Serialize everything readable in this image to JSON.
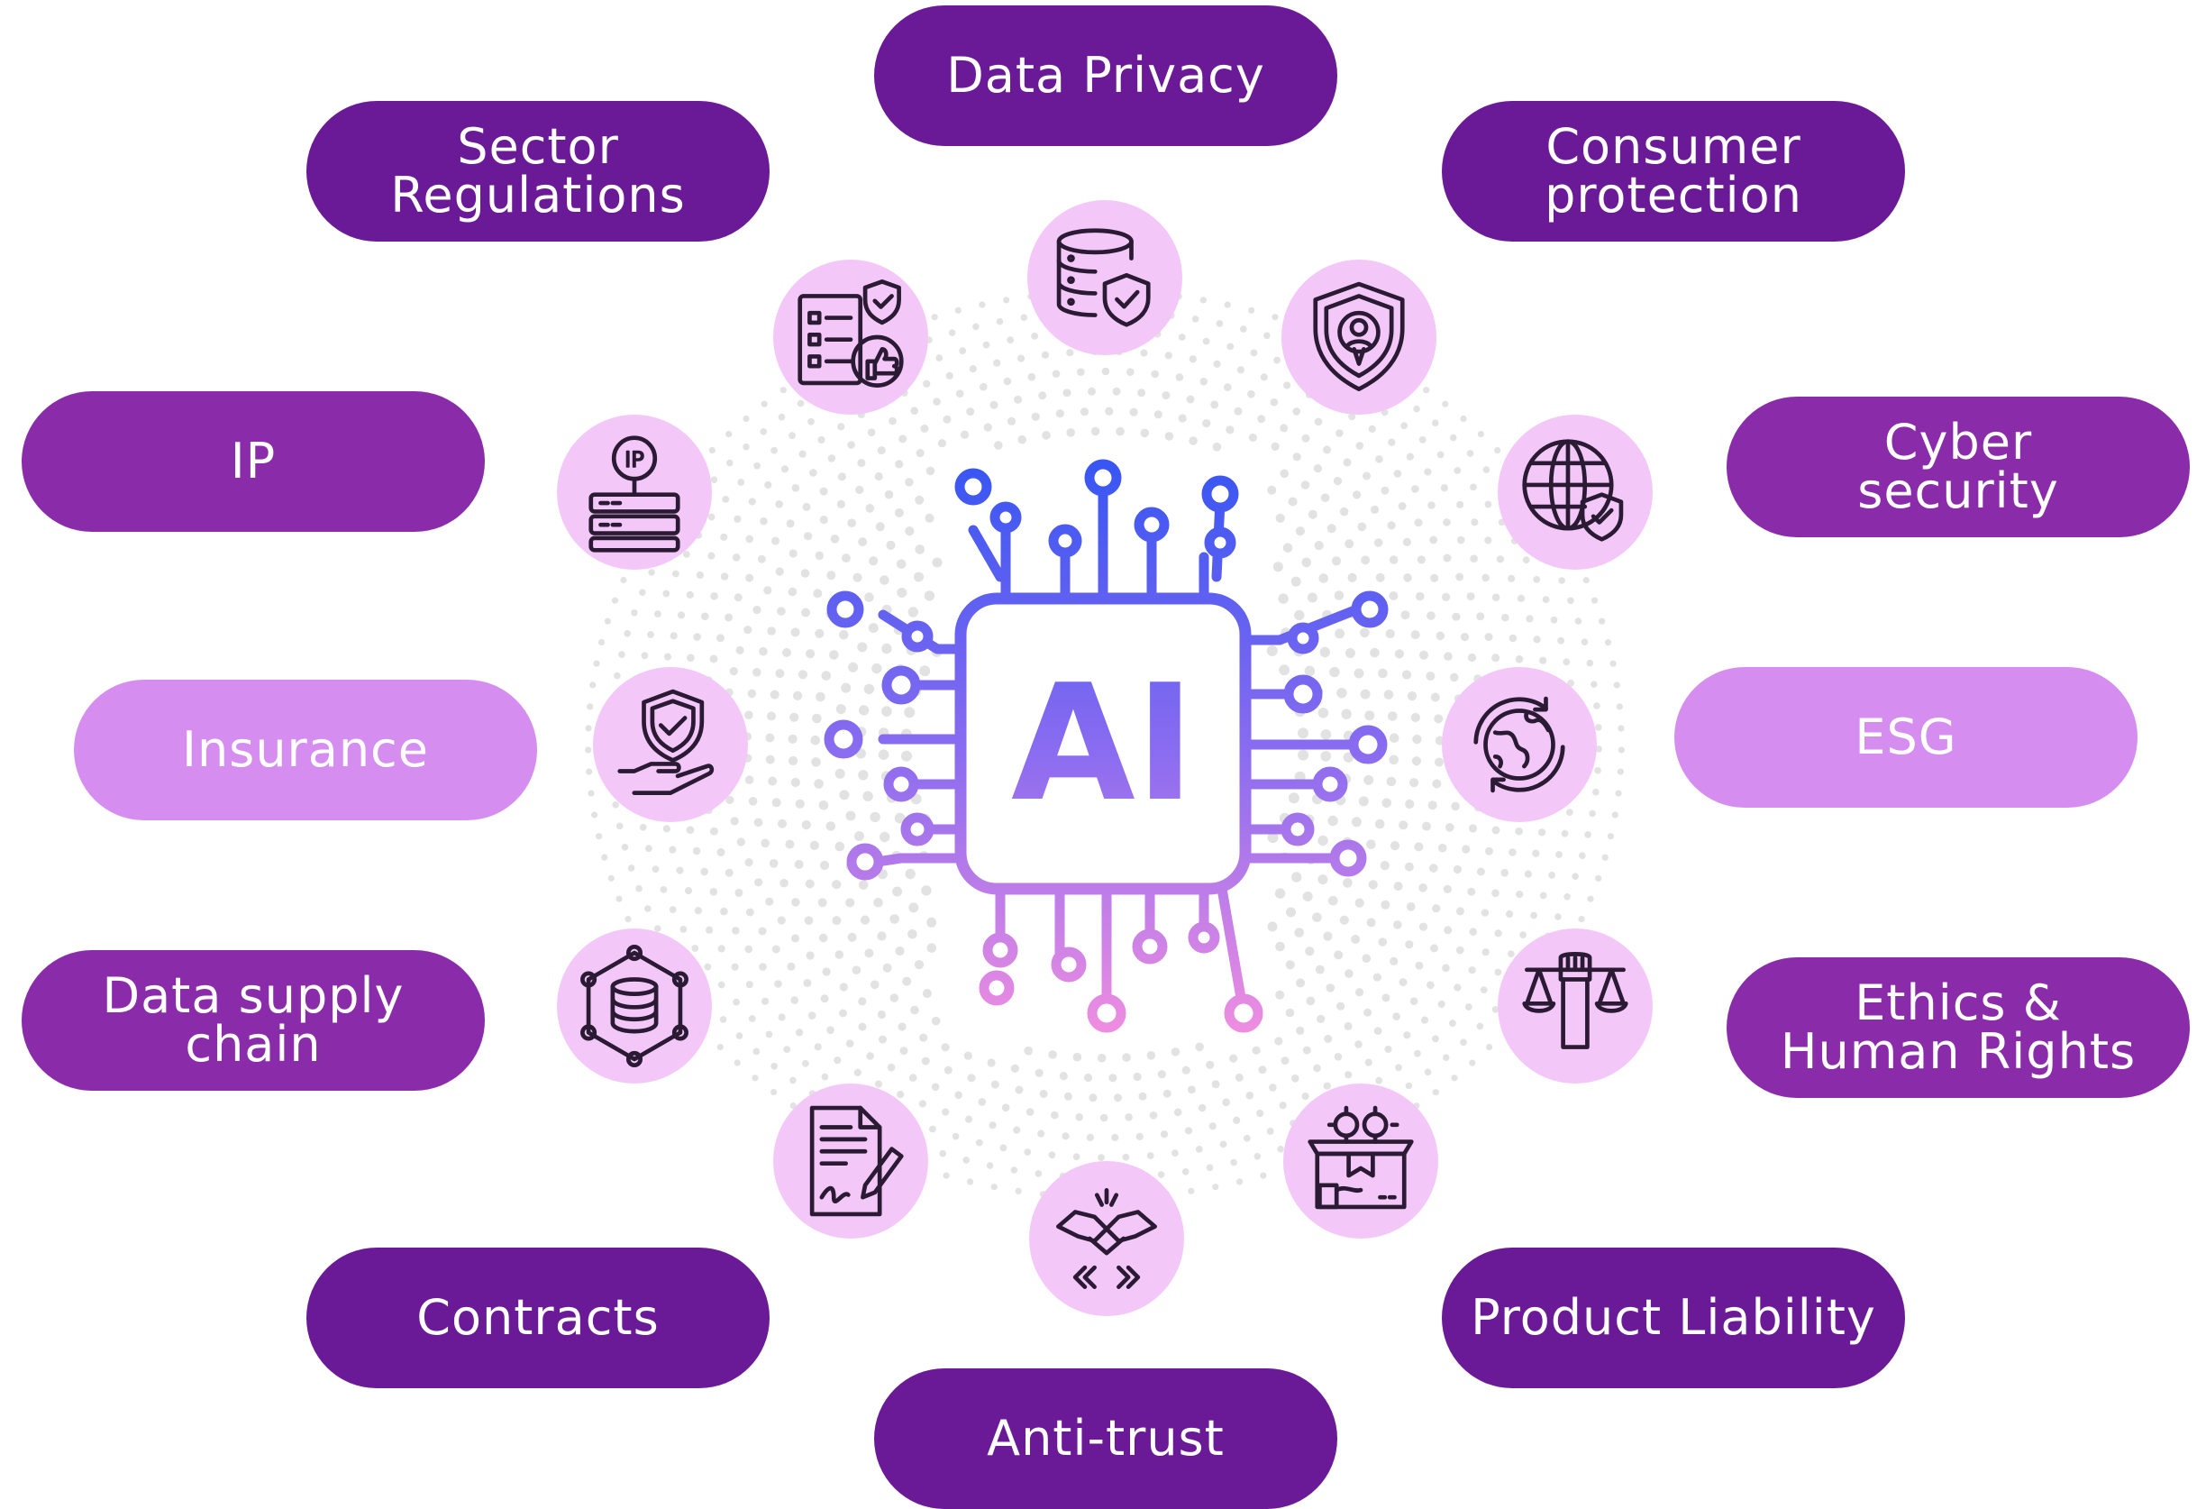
{
  "center": {
    "label": "AI"
  },
  "colors": {
    "pill_dark": "#6a1a96",
    "pill_mid": "#8a2caa",
    "pill_light": "#d58ef0",
    "icon_bg": "#f3c8f8",
    "chip_blue": "#3a56f2",
    "chip_pink": "#f08ee0"
  },
  "topics": [
    {
      "label": "Data Privacy",
      "icon": "database-shield-icon"
    },
    {
      "label": "Consumer\nprotection",
      "icon": "shield-person-icon"
    },
    {
      "label": "Cyber\nsecurity",
      "icon": "globe-shield-icon"
    },
    {
      "label": "ESG",
      "icon": "earth-cycle-icon"
    },
    {
      "label": "Ethics &\nHuman Rights",
      "icon": "fist-scales-icon"
    },
    {
      "label": "Product Liability",
      "icon": "box-gears-icon"
    },
    {
      "label": "Anti-trust",
      "icon": "handshake-arrows-icon"
    },
    {
      "label": "Contracts",
      "icon": "document-signature-icon"
    },
    {
      "label": "Data supply\nchain",
      "icon": "database-network-icon"
    },
    {
      "label": "Insurance",
      "icon": "hand-shield-icon"
    },
    {
      "label": "IP",
      "icon": "ip-server-icon"
    },
    {
      "label": "Sector\nRegulations",
      "icon": "checklist-thumbsup-icon"
    }
  ]
}
